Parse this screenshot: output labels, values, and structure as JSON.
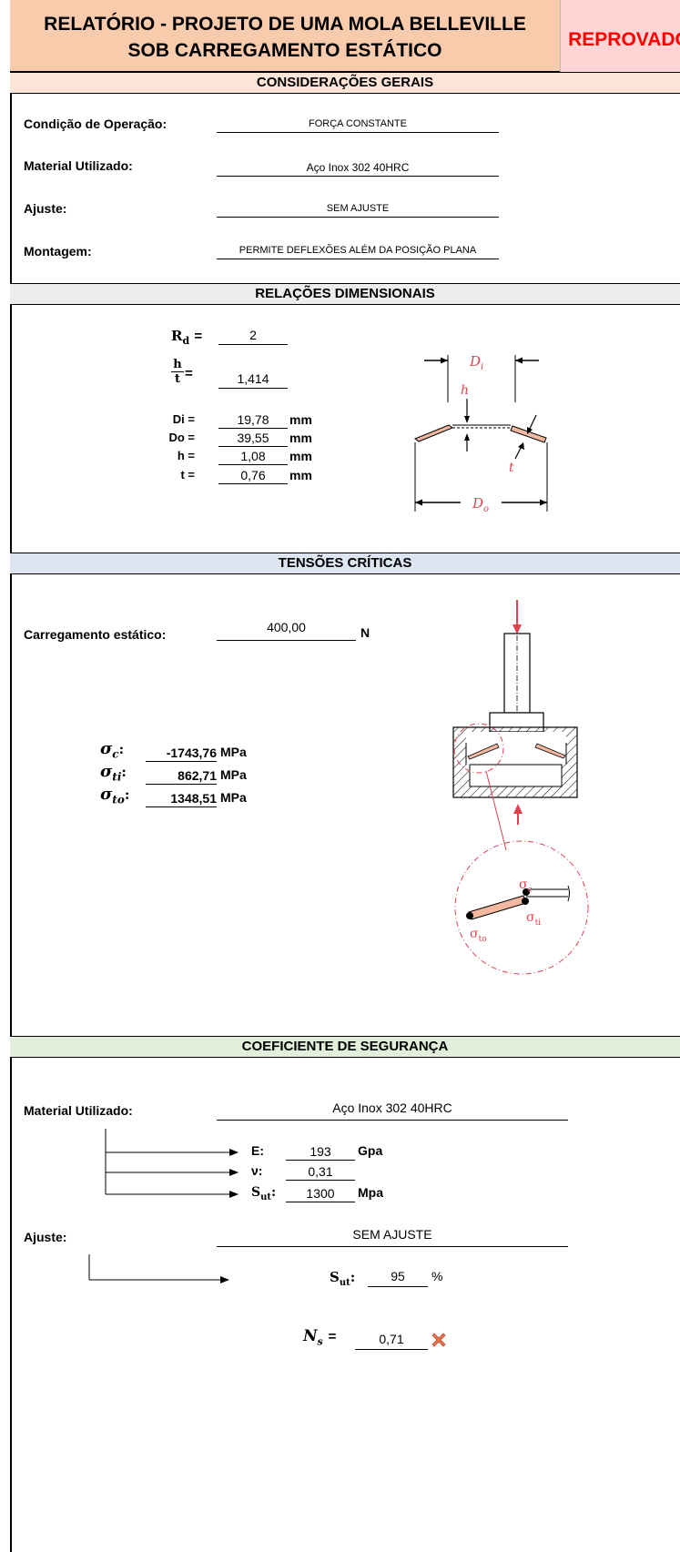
{
  "header": {
    "title_line1": "RELATÓRIO - PROJETO DE UMA MOLA BELLEVILLE",
    "title_line2": "SOB CARREGAMENTO ESTÁTICO",
    "status": "REPROVADO",
    "status_color": "#ff0000"
  },
  "sections": {
    "general": {
      "title": "CONSIDERAÇÕES GERAIS",
      "color": "#fce4d6"
    },
    "dimensional": {
      "title": "RELAÇÕES DIMENSIONAIS",
      "color": "#ededed"
    },
    "stresses": {
      "title": "TENSÕES CRÍTICAS",
      "color": "#dde5f3"
    },
    "safety": {
      "title": "COEFICIENTE DE SEGURANÇA",
      "color": "#e2efda"
    }
  },
  "general": {
    "operation_label": "Condição de Operação:",
    "operation_value": "FORÇA CONSTANTE",
    "material_label": "Material Utilizado:",
    "material_value": "Aço Inox 302 40HRC",
    "fit_label": "Ajuste:",
    "fit_value": "SEM AJUSTE",
    "assembly_label": "Montagem:",
    "assembly_value": "PERMITE DEFLEXÕES ALÉM DA POSIÇÃO PLANA"
  },
  "dimensional": {
    "rd_label": "R",
    "rd_sub": "d",
    "rd_eq": "=",
    "rd_value": "2",
    "ht_num": "h",
    "ht_den": "t",
    "ht_eq": "=",
    "ht_value": "1,414",
    "rows": [
      {
        "label": "Di =",
        "value": "19,78",
        "unit": "mm"
      },
      {
        "label": "Do =",
        "value": "39,55",
        "unit": "mm"
      },
      {
        "label": "h =",
        "value": "1,08",
        "unit": "mm"
      },
      {
        "label": "t =",
        "value": "0,76",
        "unit": "mm"
      }
    ],
    "diagram": {
      "di": "D",
      "di_sub": "i",
      "do": "D",
      "do_sub": "o",
      "h": "h",
      "t": "t"
    }
  },
  "stresses": {
    "load_label": "Carregamento estático:",
    "load_value": "400,00",
    "load_unit": "N",
    "items": [
      {
        "sym": "σ",
        "sub": "c",
        "colon": ":",
        "value": "-1743,76",
        "unit": "MPa"
      },
      {
        "sym": "σ",
        "sub": "ti",
        "colon": ":",
        "value": "862,71",
        "unit": "MPa"
      },
      {
        "sym": "σ",
        "sub": "to",
        "colon": ":",
        "value": "1348,51",
        "unit": "MPa"
      }
    ],
    "diagram": {
      "sc": "σ",
      "sc_sub": "c",
      "sti": "σ",
      "sti_sub": "ti",
      "sto": "σ",
      "sto_sub": "to"
    }
  },
  "safety": {
    "material_label": "Material Utilizado:",
    "material_value": "Aço Inox 302 40HRC",
    "props": [
      {
        "label": "E:",
        "value": "193",
        "unit": "Gpa"
      },
      {
        "label": "ν:",
        "value": "0,31",
        "unit": ""
      },
      {
        "label": "S",
        "label_sub": "ut",
        "label_colon": ":",
        "value": "1300",
        "unit": "Mpa"
      }
    ],
    "fit_label": "Ajuste:",
    "fit_value": "SEM AJUSTE",
    "sut_label": "S",
    "sut_sub": "ut",
    "sut_colon": ":",
    "sut_value": "95",
    "sut_unit": "%",
    "ns_label": "N",
    "ns_sub": "s",
    "ns_eq": "=",
    "ns_value": "0,71",
    "result_icon": "x-mark-icon"
  }
}
